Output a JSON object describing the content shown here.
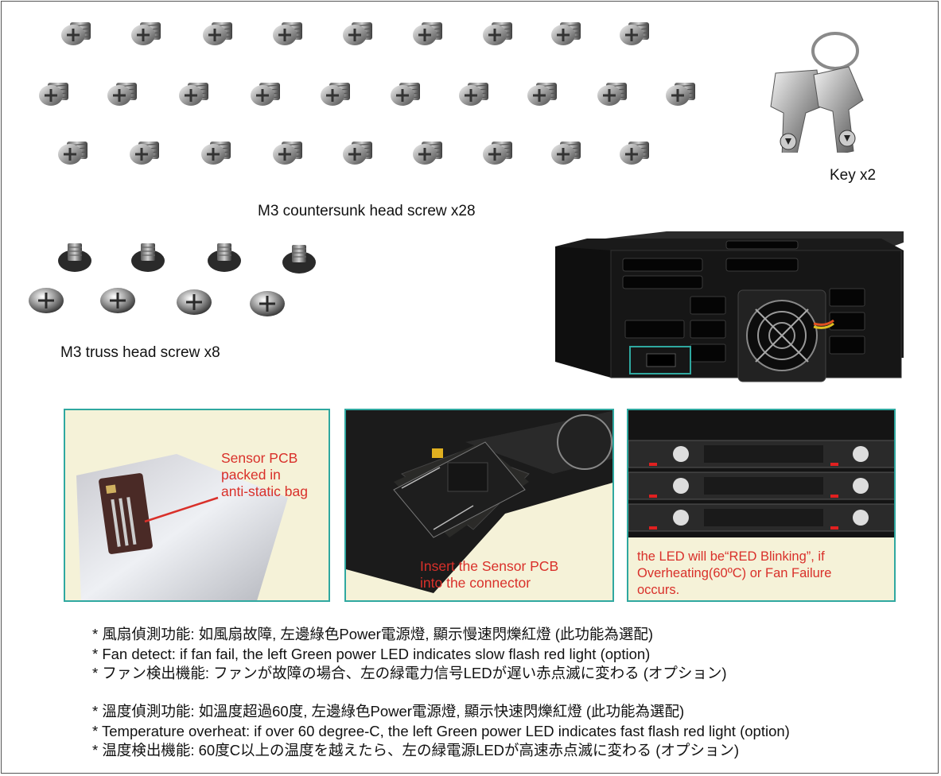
{
  "captions": {
    "countersunk": "M3 countersunk head screw x28",
    "truss": "M3 truss head screw x8",
    "key": "Key x2"
  },
  "panels": {
    "sensor": {
      "line1": "Sensor PCB",
      "line2": "packed in",
      "line3": "anti-static bag"
    },
    "insert": {
      "line1": "Insert the Sensor PCB",
      "line2": "into the connector"
    },
    "led": {
      "line1": "the LED will be“RED Blinking”, if",
      "line2": "Overheating(60ºC) or  Fan Failure",
      "line3": "occurs."
    }
  },
  "notes": {
    "fan_zh": "* 風扇偵測功能: 如風扇故障, 左邊綠色Power電源燈, 顯示慢速閃爍紅燈 (此功能為選配)",
    "fan_en": "* Fan detect: if fan fail, the left Green power LED indicates slow flash red light (option)",
    "fan_ja": "* ファン検出機能: ファンが故障の場合、左の緑電力信号LEDが遅い赤点滅に変わる (オプション)",
    "temp_zh": "* 溫度偵測功能: 如溫度超過60度, 左邊綠色Power電源燈, 顯示快速閃爍紅燈 (此功能為選配)",
    "temp_en": "* Temperature overheat: if over 60 degree-C, the left Green power LED indicates fast flash red light (option)",
    "temp_ja": "* 温度検出機能: 60度C以上の温度を越えたら、左の緑電源LEDが高速赤点滅に変わる (オプション)"
  },
  "colors": {
    "panel_border": "#2fa8a0",
    "panel_bg": "#f5f2d8",
    "callout_red": "#d9302a"
  }
}
